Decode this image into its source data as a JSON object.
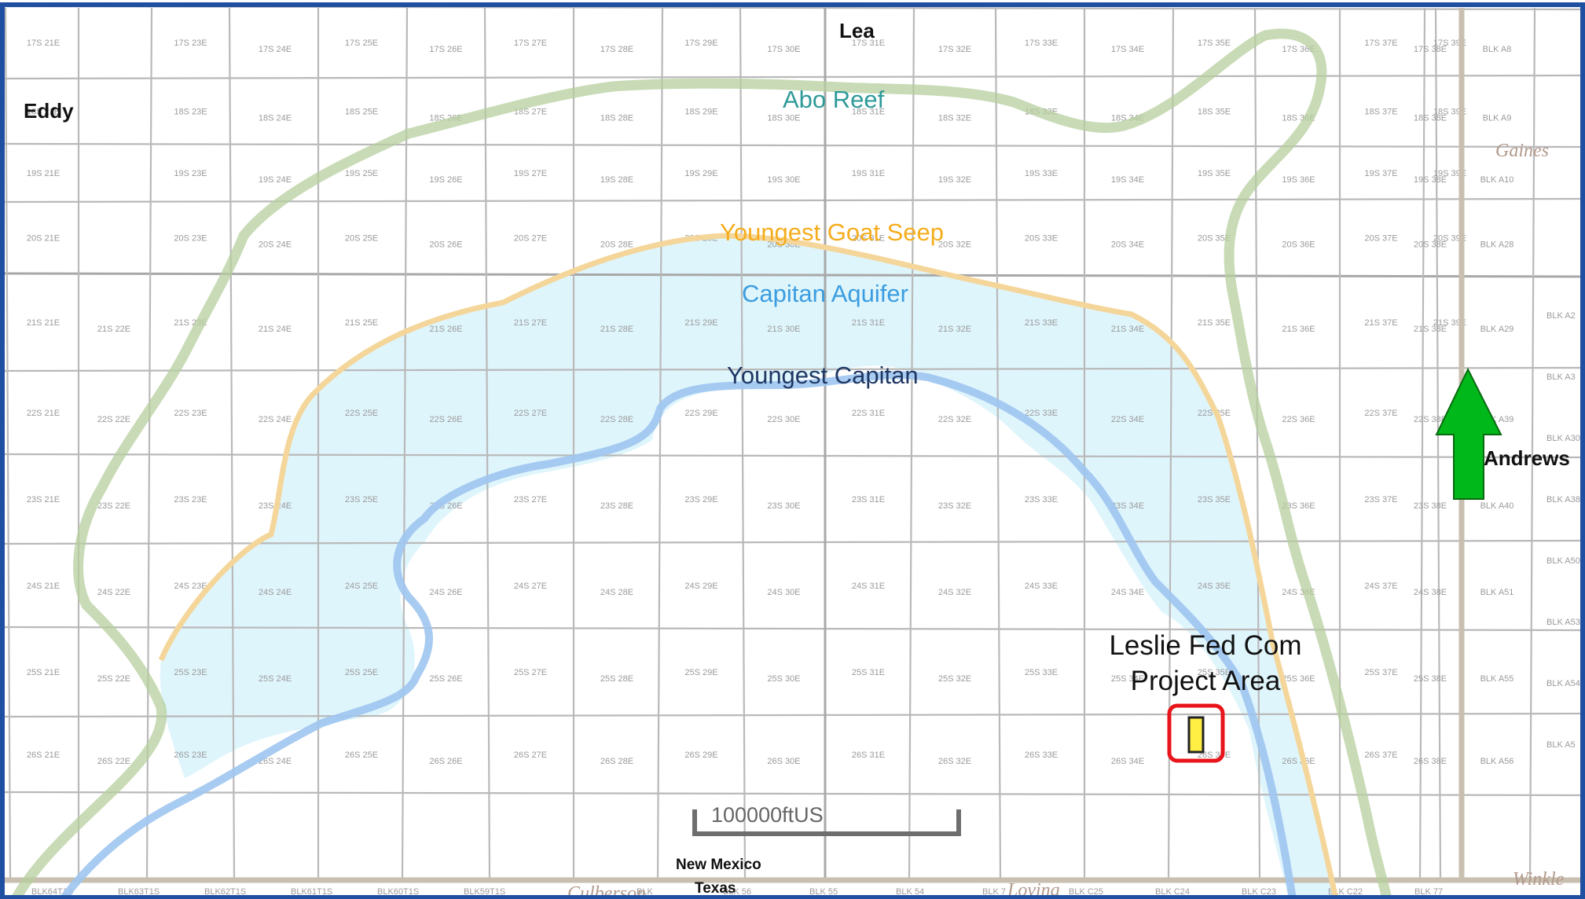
{
  "counties": {
    "lea": "Lea",
    "eddy": "Eddy",
    "andrews": "Andrews",
    "gaines": "Gaines",
    "culberson": "Culberson",
    "loving": "Loving",
    "winkler": "Winkle"
  },
  "formations": {
    "abo_reef": {
      "label": "Abo Reef",
      "color": "#2f9a9a",
      "line_color": "#b5cf9e"
    },
    "goat_seep": {
      "label": "Youngest Goat Seep",
      "color": "#f5ad1e",
      "line_color": "#f5d69a"
    },
    "capitan_aquifer": {
      "label": "Capitan Aquifer",
      "color": "#3b9de0",
      "fill_color": "#d9f3fc"
    },
    "youngest_capitan": {
      "label": "Youngest Capitan",
      "color": "#1f3864",
      "line_color": "#9fc5ef"
    }
  },
  "project": {
    "line1": "Leslie Fed Com",
    "line2": "Project Area",
    "box_color": "#e8141b",
    "fill_color": "#ffee44"
  },
  "states": {
    "north": "New Mexico",
    "south": "Texas"
  },
  "scale_bar": {
    "label": "100000ftUS"
  },
  "north_arrow": {
    "color": "#00b819"
  },
  "frame_color": "#1f4fa0",
  "grid": {
    "rows": [
      [
        "17S 21E",
        "",
        "17S 23E",
        "17S 24E",
        "17S 25E",
        "17S 26E",
        "17S 27E",
        "17S 28E",
        "17S 29E",
        "17S 30E",
        "17S 31E",
        "17S 32E",
        "17S 33E",
        "17S 34E",
        "17S 35E",
        "17S 36E",
        "17S 37E",
        "17S 38E",
        "17S 39E",
        "BLK A8"
      ],
      [
        "18S 21E",
        "",
        "18S 23E",
        "18S 24E",
        "18S 25E",
        "18S 26E",
        "18S 27E",
        "18S 28E",
        "18S 29E",
        "18S 30E",
        "18S 31E",
        "18S 32E",
        "18S 33E",
        "18S 34E",
        "18S 35E",
        "18S 36E",
        "18S 37E",
        "18S 38E",
        "18S 39E",
        "BLK A9"
      ],
      [
        "19S 21E",
        "",
        "19S 23E",
        "19S 24E",
        "19S 25E",
        "19S 26E",
        "19S 27E",
        "19S 28E",
        "19S 29E",
        "19S 30E",
        "19S 31E",
        "19S 32E",
        "19S 33E",
        "19S 34E",
        "19S 35E",
        "19S 36E",
        "19S 37E",
        "19S 38E",
        "19S 39E",
        "BLK A10"
      ],
      [
        "20S 21E",
        "",
        "20S 23E",
        "20S 24E",
        "20S 25E",
        "20S 26E",
        "20S 27E",
        "20S 28E",
        "20S 29E",
        "20S 30E",
        "20S 31E",
        "20S 32E",
        "20S 33E",
        "20S 34E",
        "20S 35E",
        "20S 36E",
        "20S 37E",
        "20S 38E",
        "20S 39E",
        "BLK A28"
      ],
      [
        "21S 21E",
        "21S 22E",
        "21S 23E",
        "21S 24E",
        "21S 25E",
        "21S 26E",
        "21S 27E",
        "21S 28E",
        "21S 29E",
        "21S 30E",
        "21S 31E",
        "21S 32E",
        "21S 33E",
        "21S 34E",
        "21S 35E",
        "21S 36E",
        "21S 37E",
        "21S 38E",
        "21S 39E",
        "BLK A29"
      ],
      [
        "22S 21E",
        "22S 22E",
        "22S 23E",
        "22S 24E",
        "22S 25E",
        "22S 26E",
        "22S 27E",
        "22S 28E",
        "22S 29E",
        "22S 30E",
        "22S 31E",
        "22S 32E",
        "22S 33E",
        "22S 34E",
        "22S 35E",
        "22S 36E",
        "22S 37E",
        "22S 38E",
        "",
        "BLK A39"
      ],
      [
        "23S 21E",
        "23S 22E",
        "23S 23E",
        "23S 24E",
        "23S 25E",
        "23S 26E",
        "23S 27E",
        "23S 28E",
        "23S 29E",
        "23S 30E",
        "23S 31E",
        "23S 32E",
        "23S 33E",
        "23S 34E",
        "23S 35E",
        "23S 36E",
        "23S 37E",
        "23S 38E",
        "",
        "BLK A40"
      ],
      [
        "24S 21E",
        "24S 22E",
        "24S 23E",
        "24S 24E",
        "24S 25E",
        "24S 26E",
        "24S 27E",
        "24S 28E",
        "24S 29E",
        "24S 30E",
        "24S 31E",
        "24S 32E",
        "24S 33E",
        "24S 34E",
        "24S 35E",
        "24S 36E",
        "24S 37E",
        "24S 38E",
        "",
        "BLK A51"
      ],
      [
        "25S 21E",
        "25S 22E",
        "25S 23E",
        "25S 24E",
        "25S 25E",
        "25S 26E",
        "25S 27E",
        "25S 28E",
        "25S 29E",
        "25S 30E",
        "25S 31E",
        "25S 32E",
        "25S 33E",
        "25S 34E",
        "25S 35E",
        "25S 36E",
        "25S 37E",
        "25S 38E",
        "",
        "BLK A55"
      ],
      [
        "26S 21E",
        "26S 22E",
        "26S 23E",
        "26S 24E",
        "26S 25E",
        "26S 26E",
        "26S 27E",
        "26S 28E",
        "26S 29E",
        "26S 30E",
        "26S 31E",
        "26S 32E",
        "26S 33E",
        "26S 34E",
        "26S 35E",
        "26S 36E",
        "26S 37E",
        "26S 38E",
        "",
        "BLK A56"
      ]
    ],
    "texas_blocks": [
      "BLK64T1S",
      "BLK63T1S",
      "BLK62T1S",
      "BLK61T1S",
      "BLK60T1S",
      "BLK59T1S",
      "",
      "BLK",
      "BLK 56",
      "BLK 55",
      "BLK 54",
      "BLK 7",
      "BLK C25",
      "BLK C24",
      "BLK C23",
      "BLK C22",
      "BLK 77"
    ],
    "right_blocks": [
      "BLK A2",
      "BLK A3",
      "BLK A30",
      "BLK A38",
      "BLK A50",
      "BLK A53",
      "BLK A54",
      "BLK A5"
    ]
  }
}
